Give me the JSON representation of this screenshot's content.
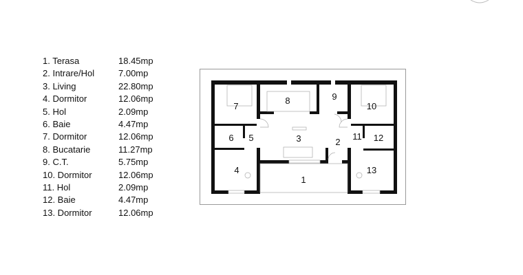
{
  "rooms": [
    {
      "label": "1. Terasa",
      "area": "18.45mp",
      "num": "1"
    },
    {
      "label": "2. Intrare/Hol",
      "area": "7.00mp",
      "num": "2"
    },
    {
      "label": "3. Living",
      "area": "22.80mp",
      "num": "3"
    },
    {
      "label": "4. Dormitor",
      "area": "12.06mp",
      "num": "4"
    },
    {
      "label": "5. Hol",
      "area": "2.09mp",
      "num": "5"
    },
    {
      "label": "6. Baie",
      "area": "4.47mp",
      "num": "6"
    },
    {
      "label": "7. Dormitor",
      "area": "12.06mp",
      "num": "7"
    },
    {
      "label": "8. Bucatarie",
      "area": "11.27mp",
      "num": "8"
    },
    {
      "label": "9. C.T.",
      "area": "5.75mp",
      "num": "9"
    },
    {
      "label": "10. Dormitor",
      "area": "12.06mp",
      "num": "10"
    },
    {
      "label": "11. Hol",
      "area": "2.09mp",
      "num": "11"
    },
    {
      "label": "12. Baie",
      "area": "4.47mp",
      "num": "12"
    },
    {
      "label": "13. Dormitor",
      "area": "12.06mp",
      "num": "13"
    }
  ]
}
